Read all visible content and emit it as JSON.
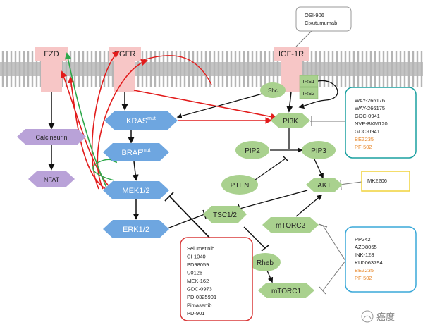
{
  "receptors": {
    "fzd": "FZD",
    "egfr": "EGFR",
    "igf1r": "IGF-1R"
  },
  "adaptors": {
    "irs1": "IRS1",
    "irs2": "IRS2",
    "shc": "Shc"
  },
  "nodes": {
    "kras": {
      "base": "KRAS",
      "sup": "mut"
    },
    "braf": {
      "base": "BRAF",
      "sup": "mut"
    },
    "mek": "MEK1/2",
    "erk": "ERK1/2",
    "calcineurin": "Calcineurin",
    "nfat": "NFAT",
    "pi3k": "PI3K",
    "pip2": "PIP2",
    "pip3": "PIP3",
    "pten": "PTEN",
    "akt": "AKT",
    "tsc": "TSC1/2",
    "mtorc2": "mTORC2",
    "rheb": "Rheb",
    "mtorc1": "mTORC1"
  },
  "inhibitor_boxes": {
    "igf1r": [
      "OSI-906",
      "Cixutumumab"
    ],
    "pi3k": [
      {
        "text": "WAY-266176",
        "color": "#222222"
      },
      {
        "text": "WAY-266175",
        "color": "#222222"
      },
      {
        "text": "GDC-0941",
        "color": "#222222"
      },
      {
        "text": "NVP-BKM120",
        "color": "#222222"
      },
      {
        "text": "GDC-0941",
        "color": "#222222"
      },
      {
        "text": "BEZ235",
        "color": "#e8872a"
      },
      {
        "text": "PF-502",
        "color": "#e8872a"
      }
    ],
    "akt": [
      "MK2206"
    ],
    "mtor": [
      {
        "text": "PP242",
        "color": "#222222"
      },
      {
        "text": "AZD8055",
        "color": "#222222"
      },
      {
        "text": "INK-128",
        "color": "#222222"
      },
      {
        "text": "KU0063794",
        "color": "#222222"
      },
      {
        "text": "BEZ235",
        "color": "#e8872a"
      },
      {
        "text": "PF-502",
        "color": "#e8872a"
      }
    ],
    "mek": [
      "Selumetinib",
      "CI-1040",
      "PD98059",
      "U0126",
      "MEK-162",
      "GDC-0973",
      "PD-0325901",
      "Pimasertib",
      "PD-901"
    ]
  },
  "watermark": {
    "text": "癌度"
  },
  "colors": {
    "membrane": "#b5b5b5",
    "receptor": "#f7c6c6",
    "blue_node": "#6ea6e0",
    "purple_node": "#b9a2d8",
    "green_node": "#a9d18e",
    "arrow_red": "#e21b1b",
    "arrow_green": "#2da84a",
    "box_teal": "#1aa0a0",
    "box_red": "#d93a3a",
    "box_blue": "#3aa8d8",
    "box_yellow": "#f0d23a",
    "orange_text": "#e8872a"
  }
}
